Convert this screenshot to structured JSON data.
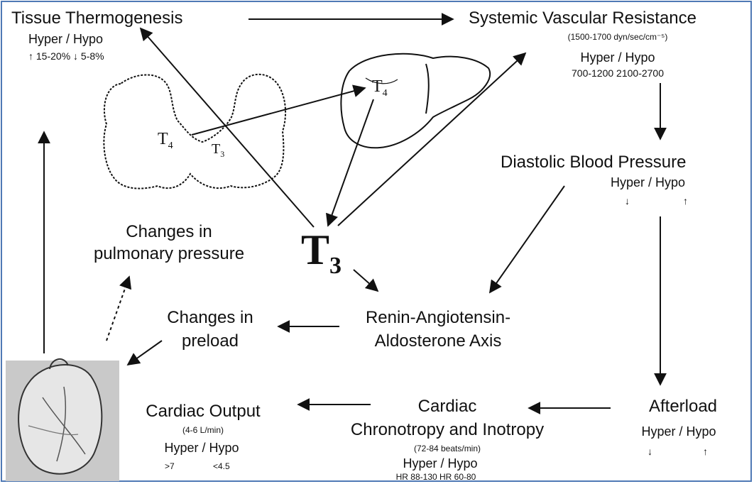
{
  "nodes": {
    "tissue": {
      "title": "Tissue Thermogenesis",
      "hh": "Hyper  /  Hypo",
      "vals": "↑ 15-20%  ↓ 5-8%"
    },
    "svr": {
      "title": "Systemic Vascular Resistance",
      "sub": "(1500-1700 dyn/sec/cm⁻⁵)",
      "hh": "Hyper  /  Hypo",
      "vals": "700-1200    2100-2700"
    },
    "dbp": {
      "title": "Diastolic Blood Pressure",
      "hh": "Hyper  /  Hypo",
      "v1": "↓",
      "v2": "↑"
    },
    "pulm": {
      "l1": "Changes in",
      "l2": "pulmonary pressure"
    },
    "t3": {
      "main": "T",
      "sub": "3"
    },
    "raas": {
      "l1": "Renin-Angiotensin-",
      "l2": "Aldosterone Axis"
    },
    "preload": {
      "l1": "Changes in",
      "l2": "preload"
    },
    "co": {
      "title": "Cardiac Output",
      "sub": "(4-6 L/min)",
      "hh": "Hyper  /  Hypo",
      "v1": ">7",
      "v2": "<4.5"
    },
    "chrono": {
      "l1": "Cardiac",
      "l2": "Chronotropy and Inotropy",
      "sub": "(72-84 beats/min)",
      "hh": "Hyper  /  Hypo",
      "vals": "HR 88-130    HR 60-80"
    },
    "afterload": {
      "title": "Afterload",
      "hh": "Hyper /  Hypo",
      "v1": "↓",
      "v2": "↑"
    }
  },
  "organs": {
    "thyroid_t4": {
      "main": "T",
      "sub": "4"
    },
    "thyroid_t3": {
      "main": "T",
      "sub": "3"
    },
    "liver_t4": {
      "main": "T",
      "sub": "4"
    }
  },
  "colors": {
    "frame": "#4f79b5",
    "ink": "#111111",
    "heart_bg": "#c9c9c9"
  }
}
